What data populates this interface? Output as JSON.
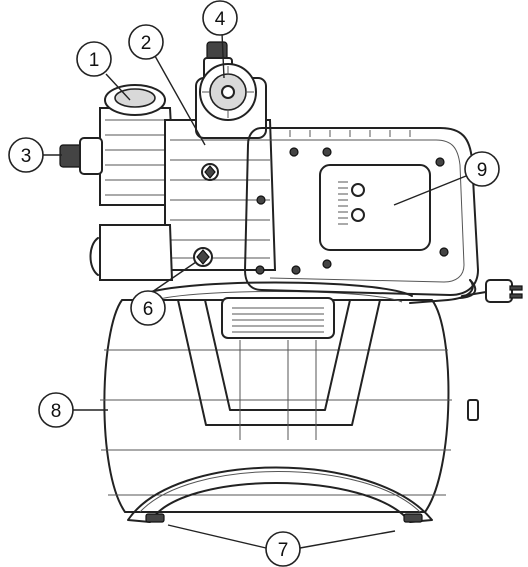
{
  "callouts": [
    {
      "id": "1",
      "label": "1"
    },
    {
      "id": "2",
      "label": "2"
    },
    {
      "id": "3",
      "label": "3"
    },
    {
      "id": "4",
      "label": "4"
    },
    {
      "id": "6",
      "label": "6"
    },
    {
      "id": "7",
      "label": "7"
    },
    {
      "id": "8",
      "label": "8"
    },
    {
      "id": "9",
      "label": "9"
    }
  ]
}
